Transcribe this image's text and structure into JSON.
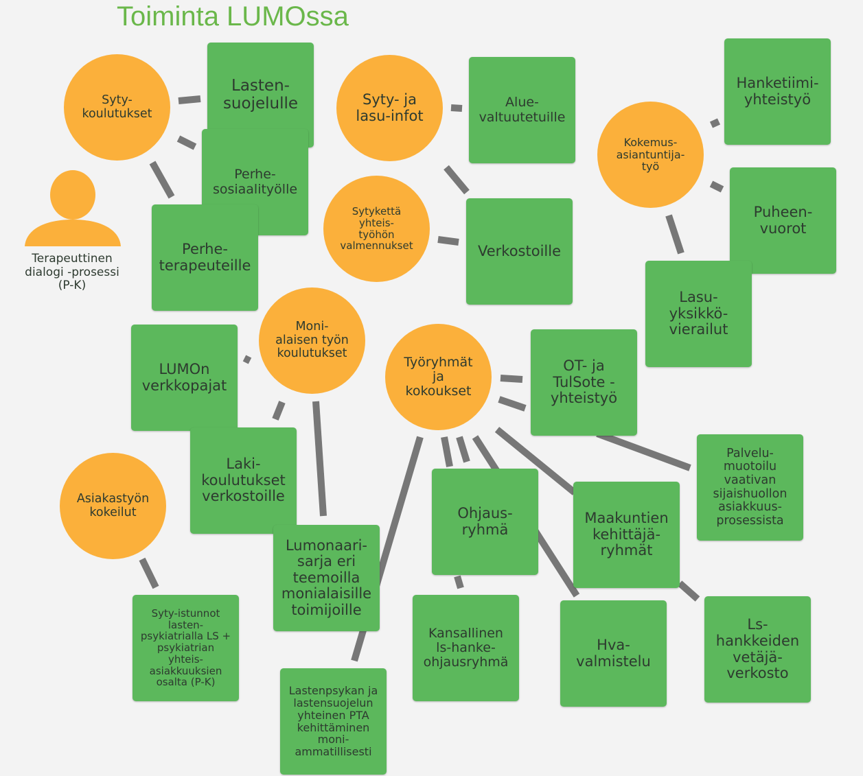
{
  "title": "Toiminta LUMOssa",
  "colors": {
    "box": "#5cb85c",
    "circle": "#fbb03b",
    "title": "#6ab74a",
    "link": "#777777"
  },
  "person_label": "Terapeuttinen\ndialogi -prosessi\n(P-K)",
  "nodes": {
    "syty_koulutukset": "Syty-\nkoulutukset",
    "lastensuojelulle": "Lasten-\nsuojelulle",
    "perhesosiaalityolle": "Perhe-\nsosiaalityölle",
    "perheterapeuteille": "Perhe-\nterapeuteille",
    "syty_lasu_infot": "Syty- ja\nlasu-infot",
    "aluevaltuutetuille": "Alue-\nvaltuutetuille",
    "sytyketta_valmennukset": "Sytykettä\nyhteis-\ntyöhön\nvalmennukset",
    "verkostoille": "Verkostoille",
    "kokemusasiantuntijatyo": "Kokemus-\nasiantuntija-\ntyö",
    "hanketiimiyhteistyo": "Hanketiimi-\nyhteistyö",
    "puheenvuorot": "Puheen-\nvuorot",
    "lasuyksikkovierailut": "Lasu-\nyksikkö-\nvierailut",
    "monialaisen_koulutukset": "Moni-\nalaisen työn\nkoulutukset",
    "lumon_verkkopajat": "LUMOn\nverkkopajat",
    "lakikoulutukset": "Laki-\nkoulutukset\nverkostoille",
    "lumonaarisarja": "Lumonaari-\nsarja eri\nteemoilla\nmonialaisille\ntoimijoille",
    "tyoryhmat": "Työryhmät\nja\nkokoukset",
    "ot_tulsote": "OT- ja\nTulSote -\nyhteistyö",
    "palvelumuotoilu": "Palvelu-\nmuotoilu\nvaativan\nsijaishuollon\nasiakkuus-\nprosessista",
    "ohjausryhma": "Ohjaus-\nryhmä",
    "maakuntien": "Maakuntien\nkehittäjä-\nryhmät",
    "kansallinen": "Kansallinen\nls-hanke-\nohjausryhmä",
    "hva": "Hva-\nvalmistelu",
    "ls_hankkeiden": "Ls-\nhankkeiden\nvetäjä-\nverkosto",
    "lastenpsykan": "Lastenpsykan ja\nlastensuojelun\nyhteinen PTA\nkehittäminen\nmoni-\nammatillisesti",
    "asiakastyon_kokeilut": "Asiakastyön\nkokeilut",
    "syty_istunnot": "Syty-istunnot\nlasten-\npsykiatrialla LS +\npsykiatrian\nyhteis-\nasiakkuuksien\nosalta (P-K)"
  }
}
